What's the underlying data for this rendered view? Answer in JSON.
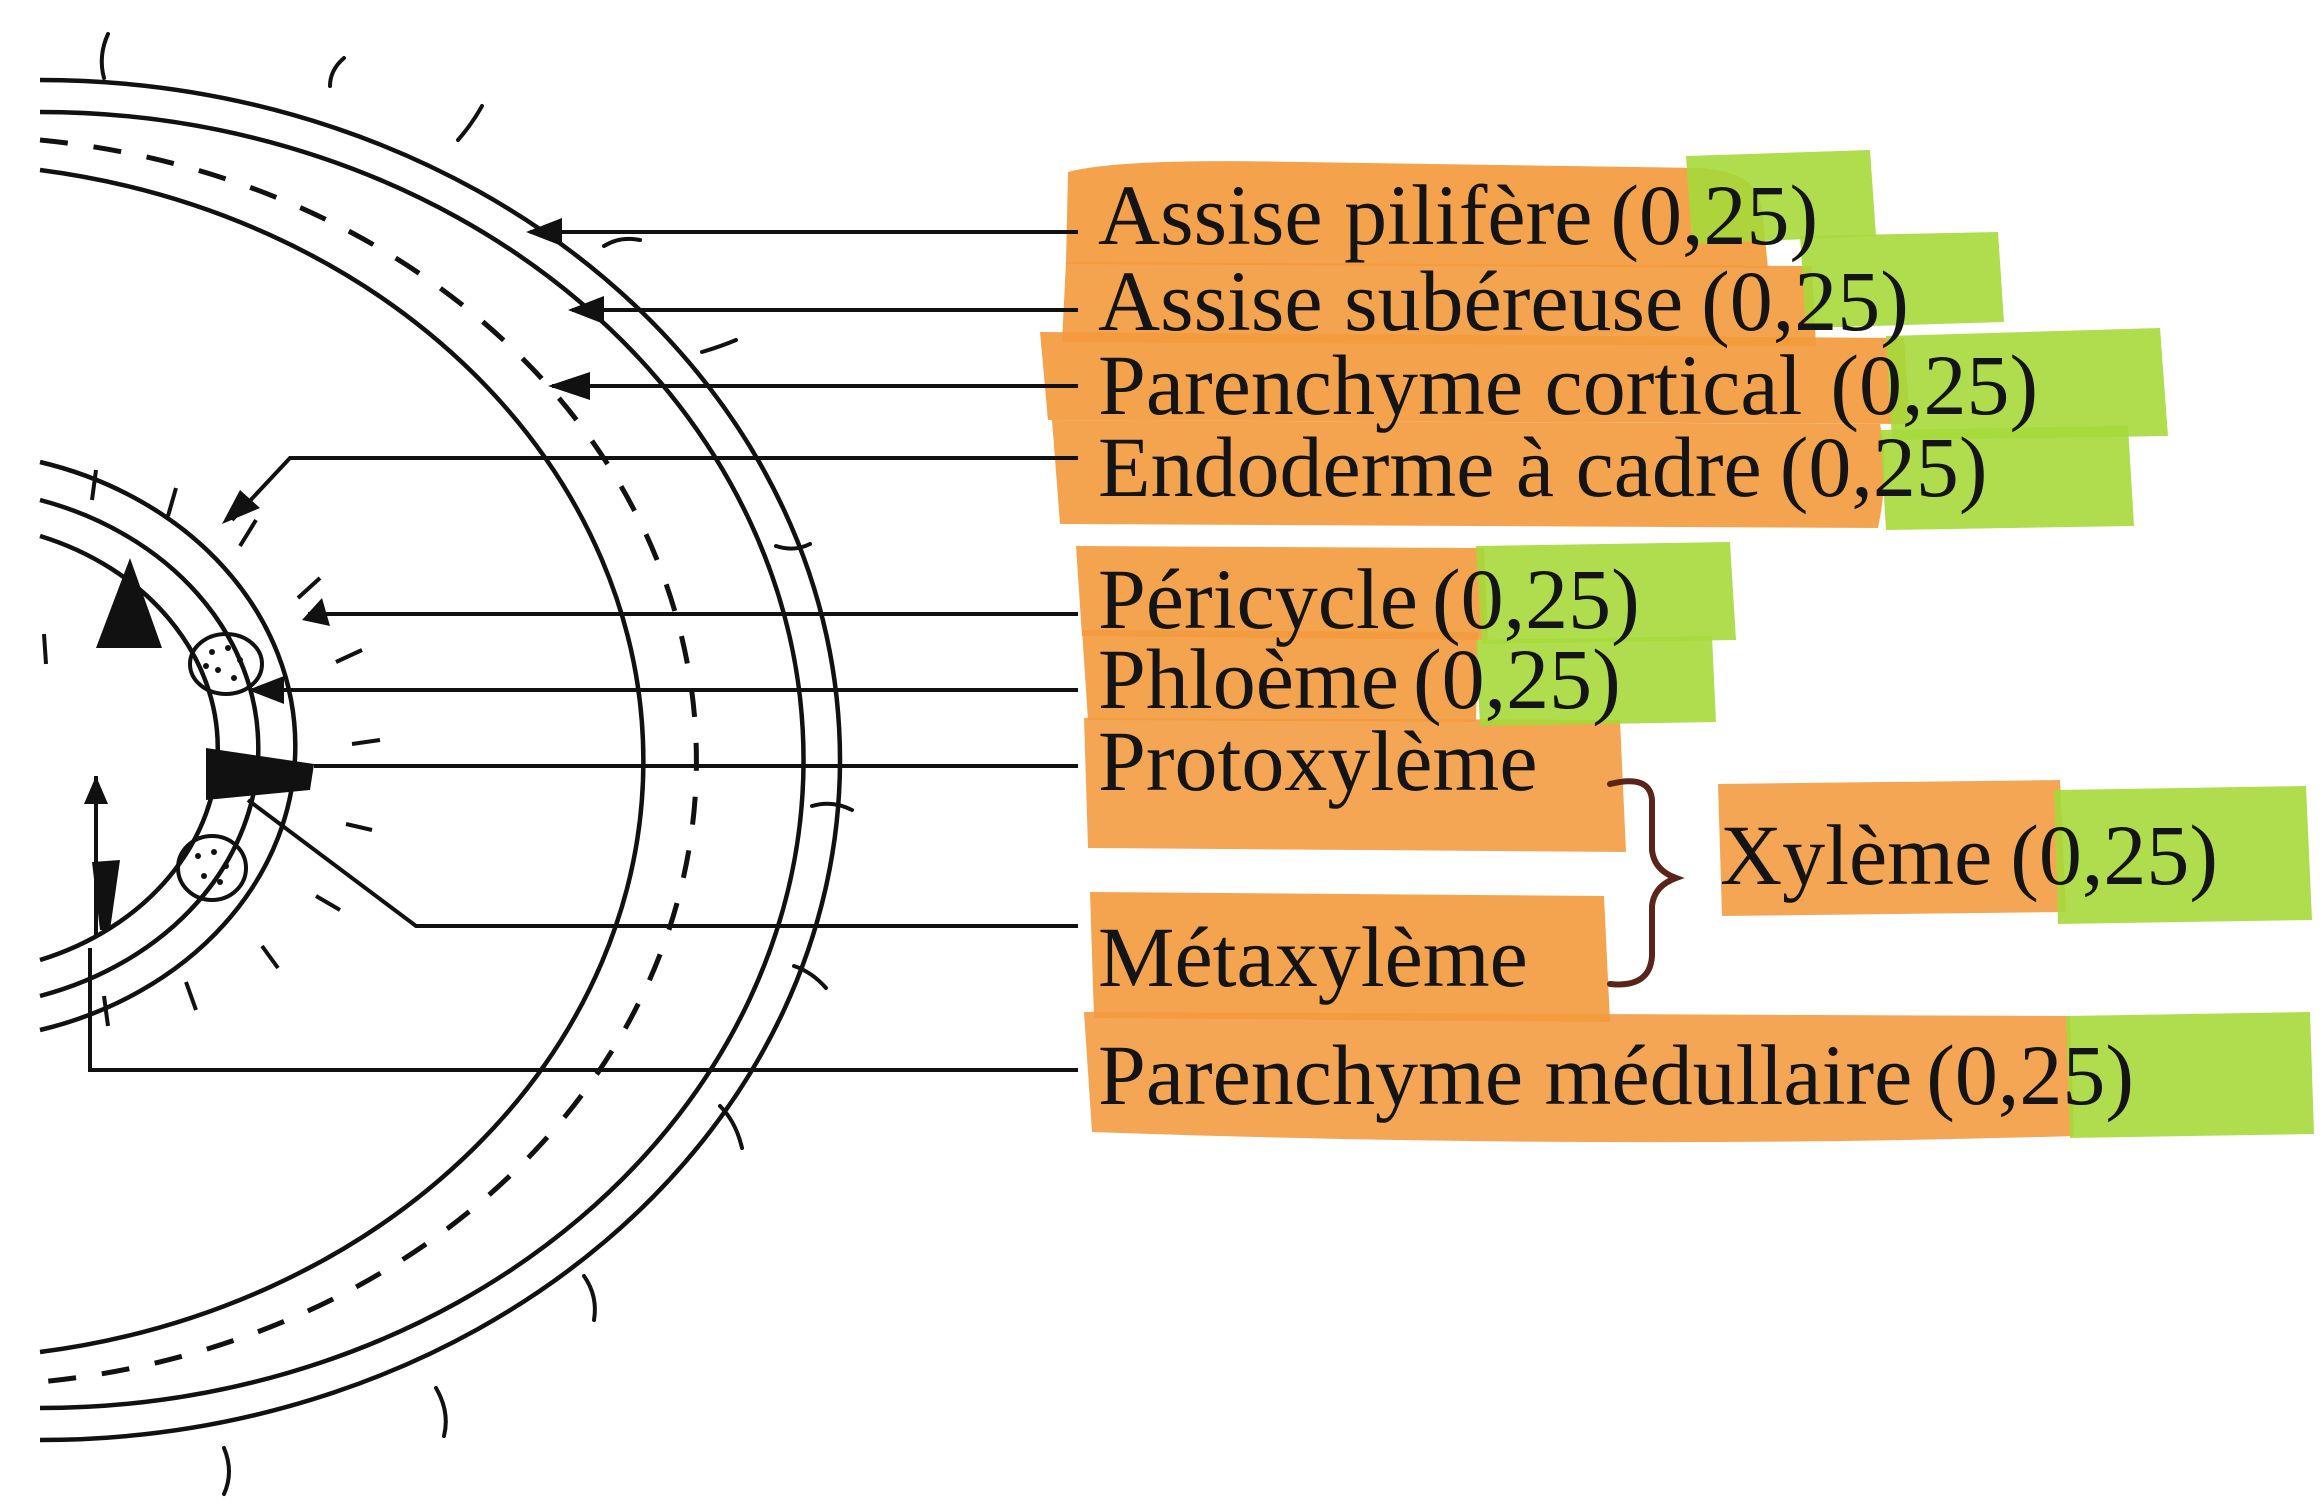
{
  "diagram": {
    "labels": [
      {
        "id": "assise-pilifere",
        "text": "Assise pilifère",
        "score": "(0,25)"
      },
      {
        "id": "assise-subereuse",
        "text": "Assise subéreuse",
        "score": "(0,25)"
      },
      {
        "id": "parenchyme-cortical",
        "text": "Parenchyme cortical",
        "score": "(0,25)"
      },
      {
        "id": "endoderme",
        "text": "Endoderme à cadre",
        "score": "(0,25)"
      },
      {
        "id": "pericycle",
        "text": "Péricycle",
        "score": "(0,25)"
      },
      {
        "id": "phloeme",
        "text": "Phloème",
        "score": "(0,25)"
      },
      {
        "id": "protoxyleme",
        "text": "Protoxylème",
        "score": ""
      },
      {
        "id": "metaxyleme",
        "text": "Métaxylème",
        "score": ""
      },
      {
        "id": "parenchyme-medullaire",
        "text": "Parenchyme médullaire",
        "score": "(0,25)"
      }
    ],
    "group": {
      "text": "Xylème",
      "score": "(0,25)"
    },
    "colors": {
      "label_highlight": "#f39a3c",
      "score_highlight": "#a6d93a",
      "ink": "#111111",
      "brace": "#5a2418"
    }
  }
}
